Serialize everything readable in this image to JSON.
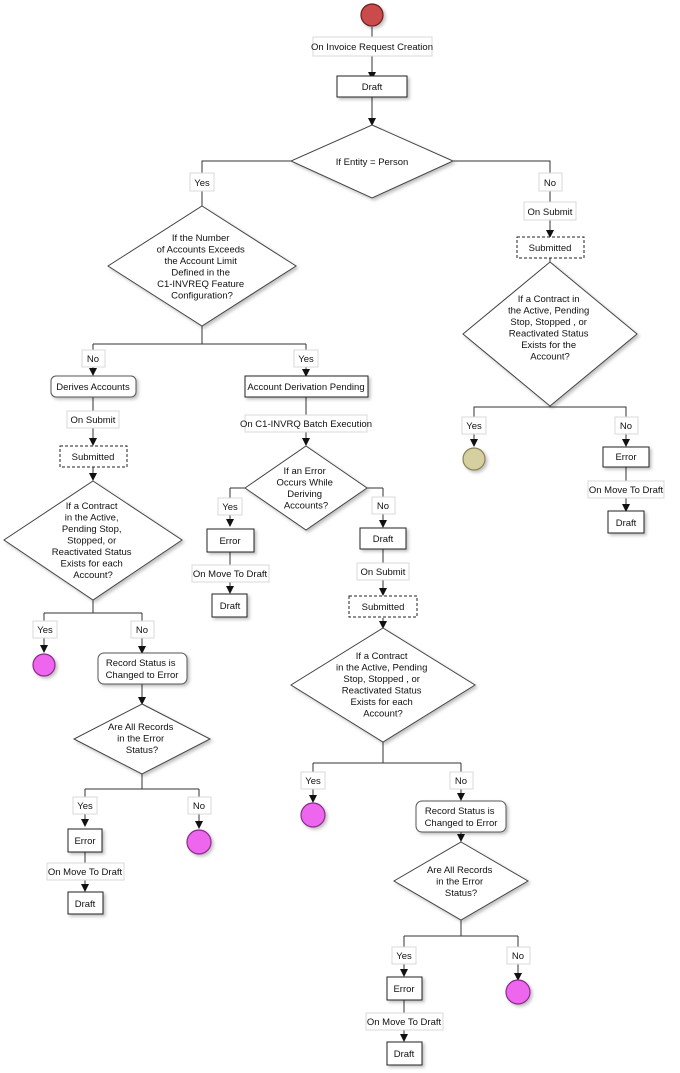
{
  "colors": {
    "start_state": "#c94b4b",
    "final_state": "#ee66ee",
    "terminal_state": "#d6cfa0"
  },
  "icons": [
    "start-circle",
    "end-circle"
  ],
  "top": {
    "on_invoice_request_creation": "On Invoice Request Creation",
    "draft": "Draft",
    "if_entity_person": "If Entity = Person",
    "yes": "Yes",
    "no": "No"
  },
  "right": {
    "on_submit": "On Submit",
    "submitted": "Submitted",
    "decision": [
      "If a Contract in",
      "the Active, Pending",
      "Stop, Stopped , or",
      "Reactivated Status",
      "Exists for the",
      "Account?"
    ],
    "yes": "Yes",
    "no": "No",
    "error": "Error",
    "on_move_to_draft": "On Move To Draft",
    "draft": "Draft"
  },
  "mid": {
    "decision": [
      "If the Number",
      "of Accounts Exceeds",
      "the Account Limit",
      "Defined in the",
      "C1-INVREQ Feature",
      "Configuration?"
    ],
    "no": "No",
    "yes": "Yes"
  },
  "left": {
    "derives_accounts": "Derives Accounts",
    "on_submit": "On Submit",
    "submitted": "Submitted",
    "decision": [
      "If a Contract",
      "in the Active,",
      "Pending Stop,",
      "Stopped, or",
      "Reactivated Status",
      "Exists for each",
      "Account?"
    ],
    "yes": "Yes",
    "no": "No",
    "record_status": [
      "Record Status is",
      "Changed to Error"
    ],
    "all_records": [
      "Are All Records",
      "in the Error",
      "Status?"
    ],
    "yes2": "Yes",
    "no2": "No",
    "error": "Error",
    "on_move_to_draft": "On Move To Draft",
    "draft": "Draft"
  },
  "center": {
    "account_derivation_pending": "Account Derivation Pending",
    "on_batch": "On C1-INVRQ Batch Execution",
    "error_decision": [
      "If an Error",
      "Occurs While",
      "Deriving",
      "Accounts?"
    ],
    "yes": "Yes",
    "no": "No",
    "error": "Error",
    "on_move_to_draft": "On Move To Draft",
    "draft_left": "Draft",
    "draft": "Draft",
    "on_submit": "On Submit",
    "submitted": "Submitted",
    "decision": [
      "If a Contract",
      "in the Active, Pending",
      "Stop, Stopped , or",
      "Reactivated Status",
      "Exists for each",
      "Account?"
    ],
    "yes2": "Yes",
    "no2": "No",
    "record_status": [
      "Record Status is",
      "Changed to Error"
    ],
    "all_records": [
      "Are All Records",
      "in the Error",
      "Status?"
    ],
    "yes3": "Yes",
    "no3": "No",
    "error2": "Error",
    "on_move_to_draft2": "On Move To Draft",
    "draft2": "Draft"
  }
}
